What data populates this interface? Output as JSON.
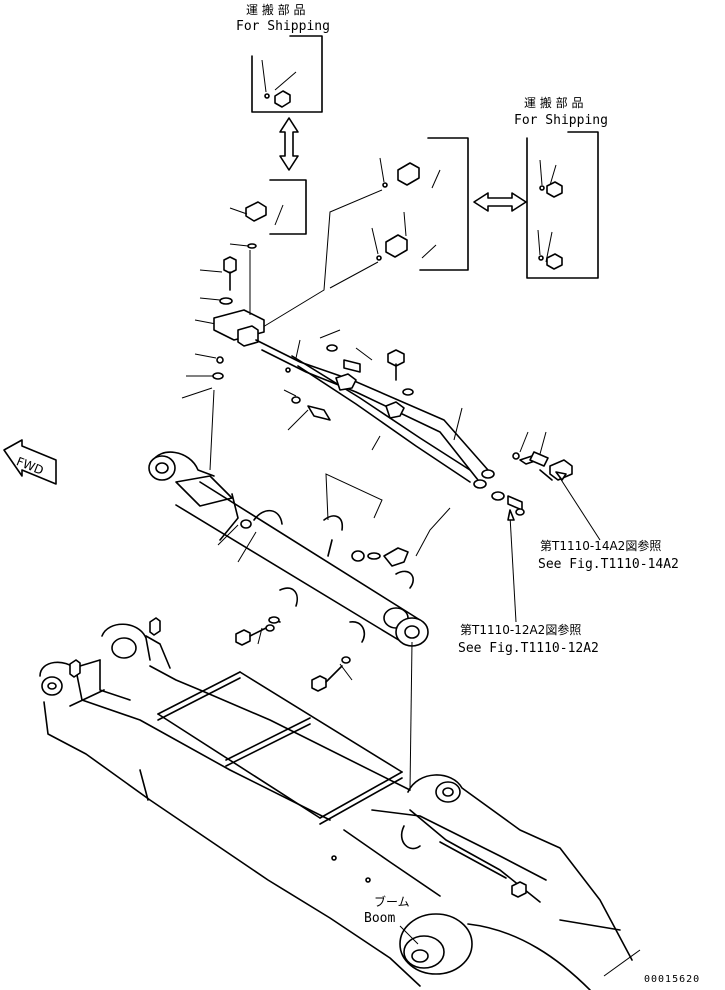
{
  "shipping_label_top": {
    "jp": "運 搬 部 品",
    "en": "For Shipping"
  },
  "shipping_label_right": {
    "jp": "運 搬 部 品",
    "en": "For Shipping"
  },
  "fwd_label": "FWD",
  "ref_1": {
    "jp": "第T1110-14A2図参照",
    "en": "See Fig.T1110-14A2"
  },
  "ref_2": {
    "jp": "第T1110-12A2図参照",
    "en": "See Fig.T1110-12A2"
  },
  "boom_label": {
    "jp": "ブーム",
    "en": "Boom"
  },
  "drawing_code": "00015620"
}
